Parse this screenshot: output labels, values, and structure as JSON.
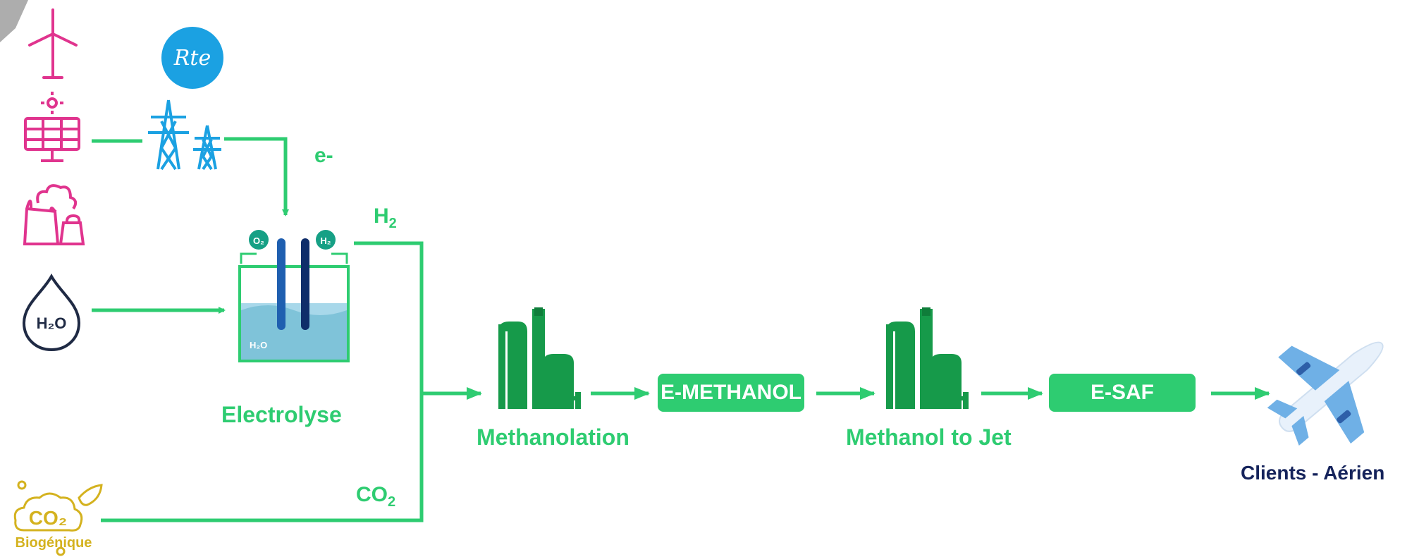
{
  "colors": {
    "flow": "#2ecc71",
    "plant": "#169a4a",
    "energy": "#e0348e",
    "grid": "#1ba1e2",
    "water": "#1f2a44",
    "co2": "#d4b21f",
    "client": "#15235b",
    "plane": "#6fb0e6"
  },
  "sources": {
    "rte_logo": "Rte",
    "co2_badge": "Biogénique",
    "co2_formula": "CO₂",
    "water_formula": "H₂O",
    "icons": [
      "wind-turbine-icon",
      "solar-panel-icon",
      "nuclear-plant-icon",
      "water-drop-icon",
      "power-pylon-icon",
      "co2-cloud-icon"
    ]
  },
  "labels": {
    "electrons": "e-",
    "h2_main": "H",
    "h2_sub": "2",
    "co2_main": "CO",
    "co2_sub": "2",
    "electrolyser_tank": "H₂O",
    "electrolyser_o2": "O₂",
    "electrolyser_h2": "H₂"
  },
  "steps": {
    "electrolyse": "Electrolyse",
    "methanolation": "Methanolation",
    "methanol_to_jet": "Methanol to Jet",
    "clients": "Clients - Aérien"
  },
  "products": {
    "e_methanol": "E-METHANOL",
    "e_saf": "E-SAF"
  }
}
